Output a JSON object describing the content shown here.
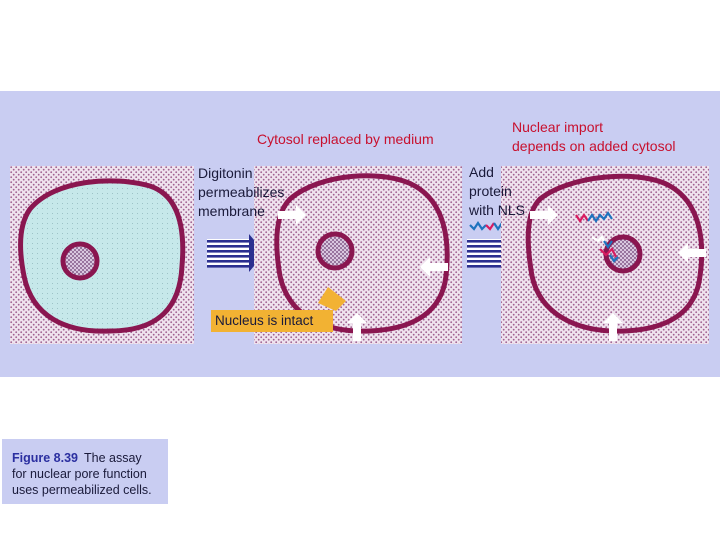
{
  "labels": {
    "cytosol_replaced": "Cytosol replaced by medium",
    "nuclear_import_1": "Nuclear import",
    "nuclear_import_2": "depends on added cytosol",
    "digitonin_1": "Digitonin",
    "digitonin_2": "permeabilizes",
    "digitonin_3": "membrane",
    "add_1": "Add",
    "add_2": "protein",
    "add_3": "with NLS",
    "nucleus_intact": "Nucleus is intact"
  },
  "caption": {
    "figure": "Figure 8.39",
    "line1": "The assay",
    "line2": "for nuclear pore function",
    "line3": "uses permeabilized cells."
  },
  "colors": {
    "panel_bg": "#c9cdf2",
    "membrane": "#8a1650",
    "cytosol": "#c6e8ea",
    "medium_dots": "#a06090",
    "label_red": "#c8102e",
    "callout": "#f2b233",
    "arrow": "#2b2f8f",
    "nls_protein_pink": "#d81b60",
    "nls_protein_blue": "#1e73be"
  }
}
